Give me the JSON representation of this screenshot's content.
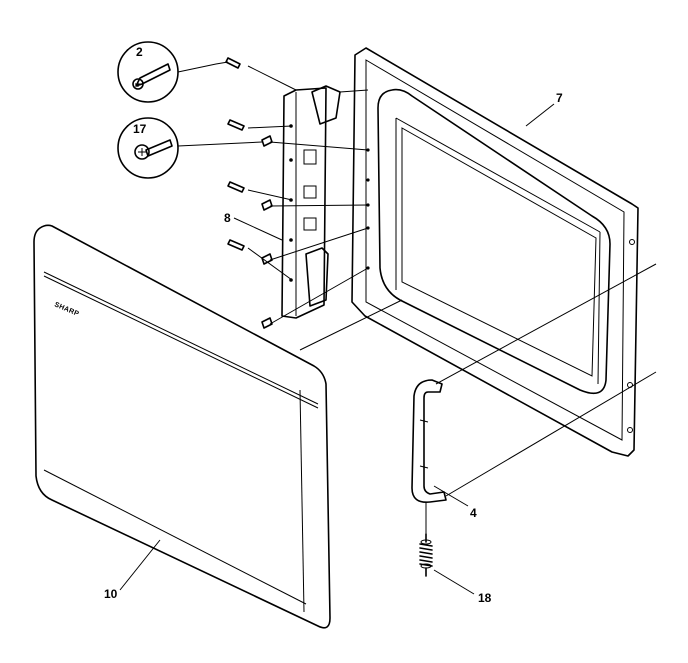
{
  "diagram": {
    "brand_text": "SHARP",
    "callouts": [
      {
        "id": "2",
        "label": "2"
      },
      {
        "id": "17",
        "label": "17"
      },
      {
        "id": "7",
        "label": "7"
      },
      {
        "id": "8",
        "label": "8"
      },
      {
        "id": "4",
        "label": "4"
      },
      {
        "id": "10",
        "label": "10"
      },
      {
        "id": "18",
        "label": "18"
      }
    ]
  }
}
